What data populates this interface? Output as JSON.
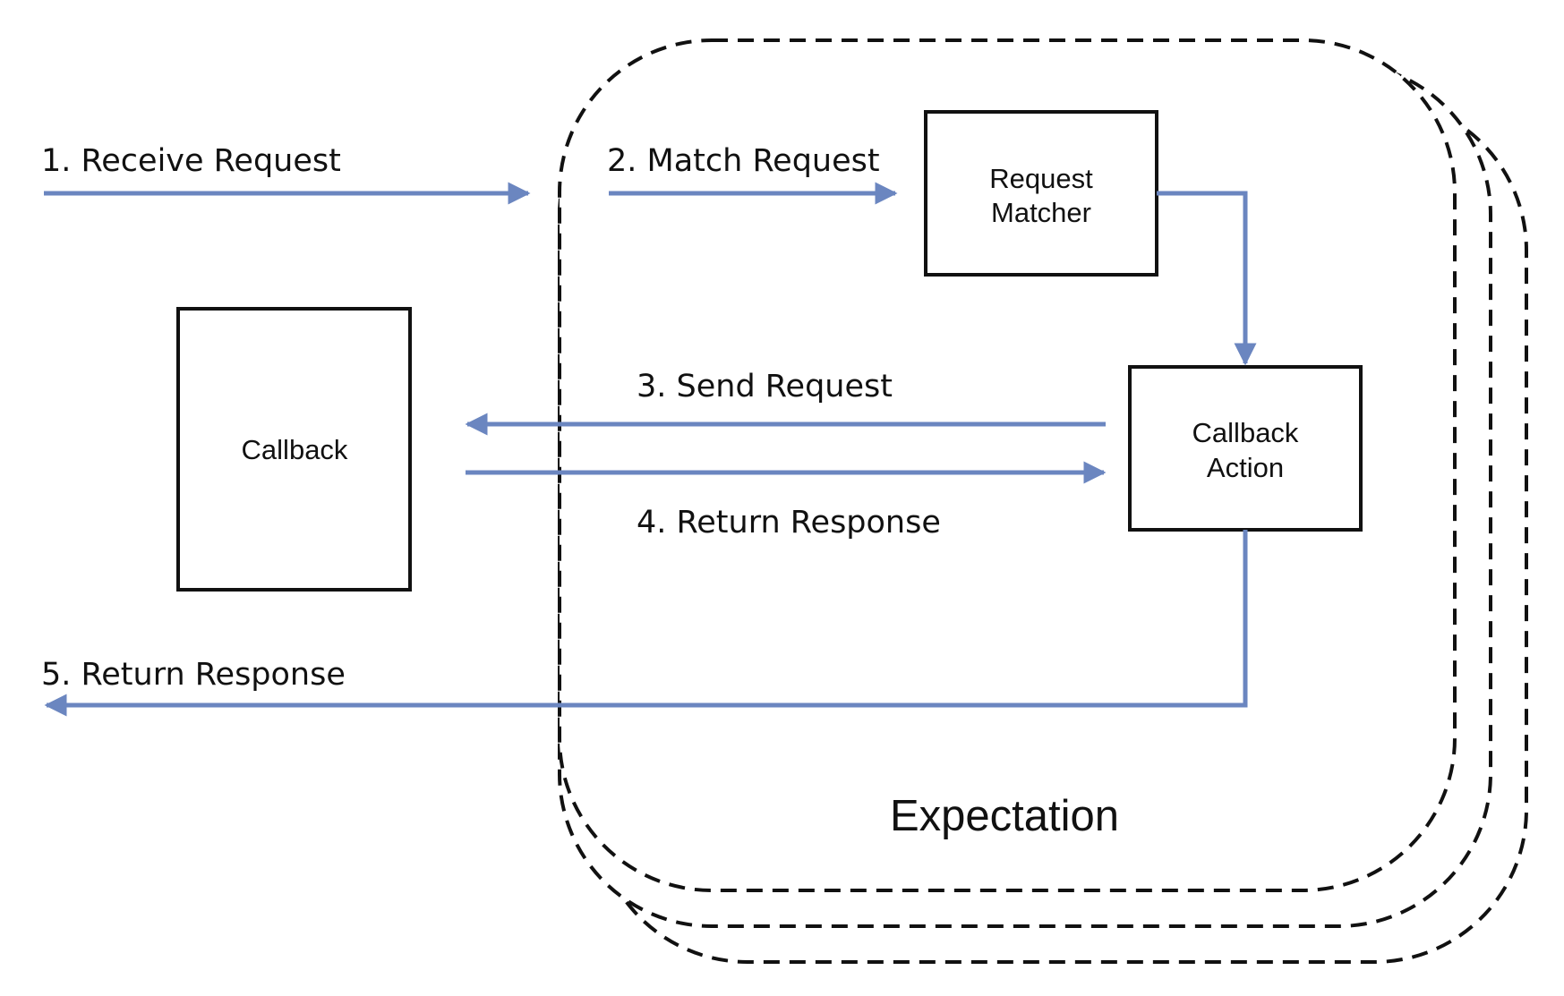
{
  "colors": {
    "arrow": "#6b86c0",
    "outline": "#111111",
    "background": "#ffffff"
  },
  "container": {
    "label": "Expectation",
    "stack_count": 3
  },
  "boxes": {
    "request_matcher": [
      "Request",
      "Matcher"
    ],
    "callback_action": [
      "Callback",
      "Action"
    ],
    "callback": "Callback"
  },
  "steps": {
    "receive_request": "1. Receive Request",
    "match_request": "2. Match Request",
    "send_request": "3. Send Request",
    "return_response_callback": "4. Return Response",
    "return_response_client": "5. Return Response"
  }
}
